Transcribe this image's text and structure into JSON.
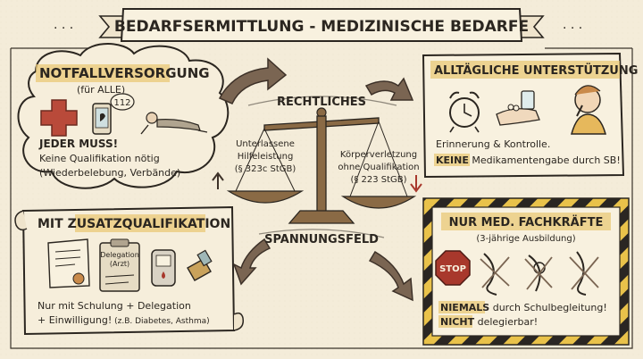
{
  "title": "BEDARFSERMITTLUNG - MEDIZINISCHE BEDARFE",
  "center": {
    "top_label": "RECHTLICHES",
    "bottom_label": "SPANNUNGSFELD",
    "left_pan": [
      "Unterlassene",
      "Hilfeleistung",
      "(§ 323c StGB)"
    ],
    "right_pan": [
      "Körperverletzung",
      "ohne Qualifikation",
      "(§ 223 StGB)"
    ]
  },
  "notfall": {
    "title": "NOTFALLVERSORGUNG",
    "subtitle": "(für ALLE)",
    "phone_text": "112",
    "lines": [
      "JEDER MUSS!",
      "Keine Qualifikation nötig",
      "(Wiederbelebung, Verbände)"
    ]
  },
  "alltag": {
    "title": "ALLTÄGLICHE UNTERSTÜTZUNG",
    "line1": "Erinnerung & Kontrolle.",
    "line2_bold": "KEINE",
    "line2_rest": " Medikamentengabe durch SB!"
  },
  "zusatz": {
    "title_a": "MIT ",
    "title_b": "ZUSATZQUALIFIKATION",
    "doc_label": [
      "Delegation",
      "(Arzt)"
    ],
    "line1": "Nur mit Schulung + Delegation",
    "line2": "+ Einwilligung!",
    "line2_small": " (z.B. Diabetes, Asthma)"
  },
  "fach": {
    "title": "NUR MED. FACHKRÄFTE",
    "subtitle": "(3-jährige Ausbildung)",
    "stop": "STOP",
    "line1_bold": "NIEMALS",
    "line1_rest": " durch Schulbegleitung!",
    "line2_bold": "NICHT",
    "line2_rest": " delegierbar!"
  },
  "colors": {
    "paper": "#f4ecd9",
    "ink": "#2b2620",
    "accent": "#e9c877",
    "stop_red": "#a8382c",
    "arrow_brown": "#7a6552",
    "bronze": "#8a6a45"
  }
}
